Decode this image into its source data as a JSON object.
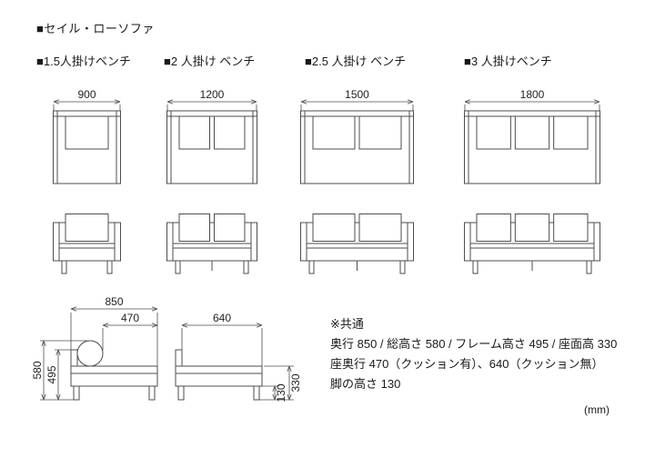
{
  "title": "■セイル・ローソファ",
  "unit": "(mm)",
  "variants": [
    {
      "label": "■1.5人掛けベンチ",
      "width_mm": 900,
      "dim_label": "900",
      "cushions": 1
    },
    {
      "label": "■2 人掛け ベンチ",
      "width_mm": 1200,
      "dim_label": "1200",
      "cushions": 2
    },
    {
      "label": "■2.5 人掛け ベンチ",
      "width_mm": 1500,
      "dim_label": "1500",
      "cushions": 2
    },
    {
      "label": "■3 人掛けベンチ",
      "width_mm": 1800,
      "dim_label": "1800",
      "cushions": 3
    }
  ],
  "side_view_dims": {
    "width": "850",
    "seat_depth_with_cushion": "470",
    "seat_depth_without_cushion": "640",
    "total_height": "580",
    "frame_height": "495",
    "seat_height": "330",
    "leg_height": "130"
  },
  "notes": {
    "heading": "※共通",
    "line1": "奥行 850 / 総高さ 580 / フレーム高さ 495 / 座面高 330",
    "line2": "座奥行 470（クッション有）、640（クッション無）",
    "line3": "脚の高さ 130"
  }
}
